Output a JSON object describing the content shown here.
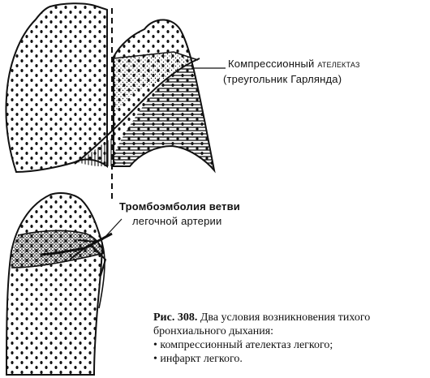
{
  "labels": {
    "atelectasis_line1_prefix": "Компрессионный ",
    "atelectasis_line1_suffix": "ателектаз",
    "atelectasis_line2": "(треугольник Гарлянда)",
    "embolism_line1": "Тромбоэмболия ветви",
    "embolism_line2": "легочной артерии"
  },
  "caption": {
    "figure_number": "Рис. 308.",
    "title_part1": " Два условия возникновения тихого",
    "title_part2": "бронхиального дыхания:",
    "items": [
      "• компрессионный ателектаз легкого;",
      "• инфаркт легкого."
    ]
  },
  "colors": {
    "ink": "#111111",
    "background": "#ffffff"
  }
}
